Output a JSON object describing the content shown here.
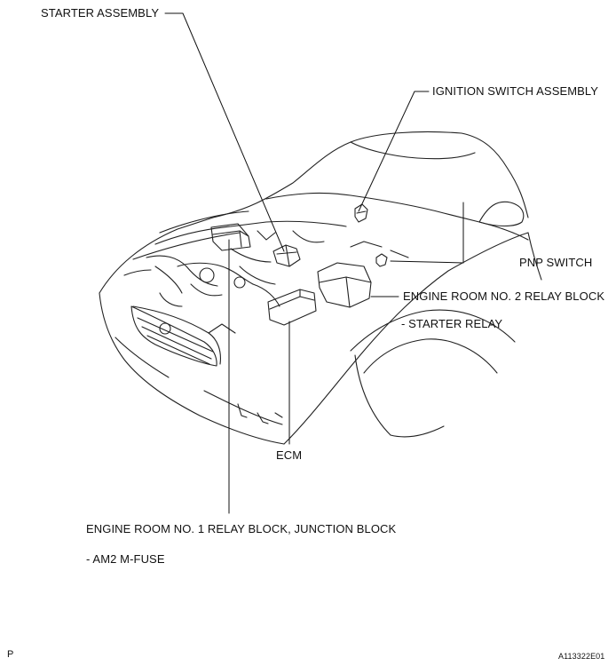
{
  "labels": {
    "starter_assembly": "STARTER ASSEMBLY",
    "ignition_switch_assembly": "IGNITION SWITCH ASSEMBLY",
    "pnp_switch": "PNP SWITCH",
    "engine_room_no2_relay_block": "ENGINE ROOM NO. 2 RELAY BLOCK",
    "starter_relay": "- STARTER RELAY",
    "ecm": "ECM",
    "engine_room_no1_relay_block": "ENGINE ROOM NO. 1 RELAY BLOCK, JUNCTION BLOCK",
    "am2_m_fuse": "- AM2 M-FUSE"
  },
  "footer": {
    "page_marker": "P",
    "figure_id": "A113322E01"
  }
}
